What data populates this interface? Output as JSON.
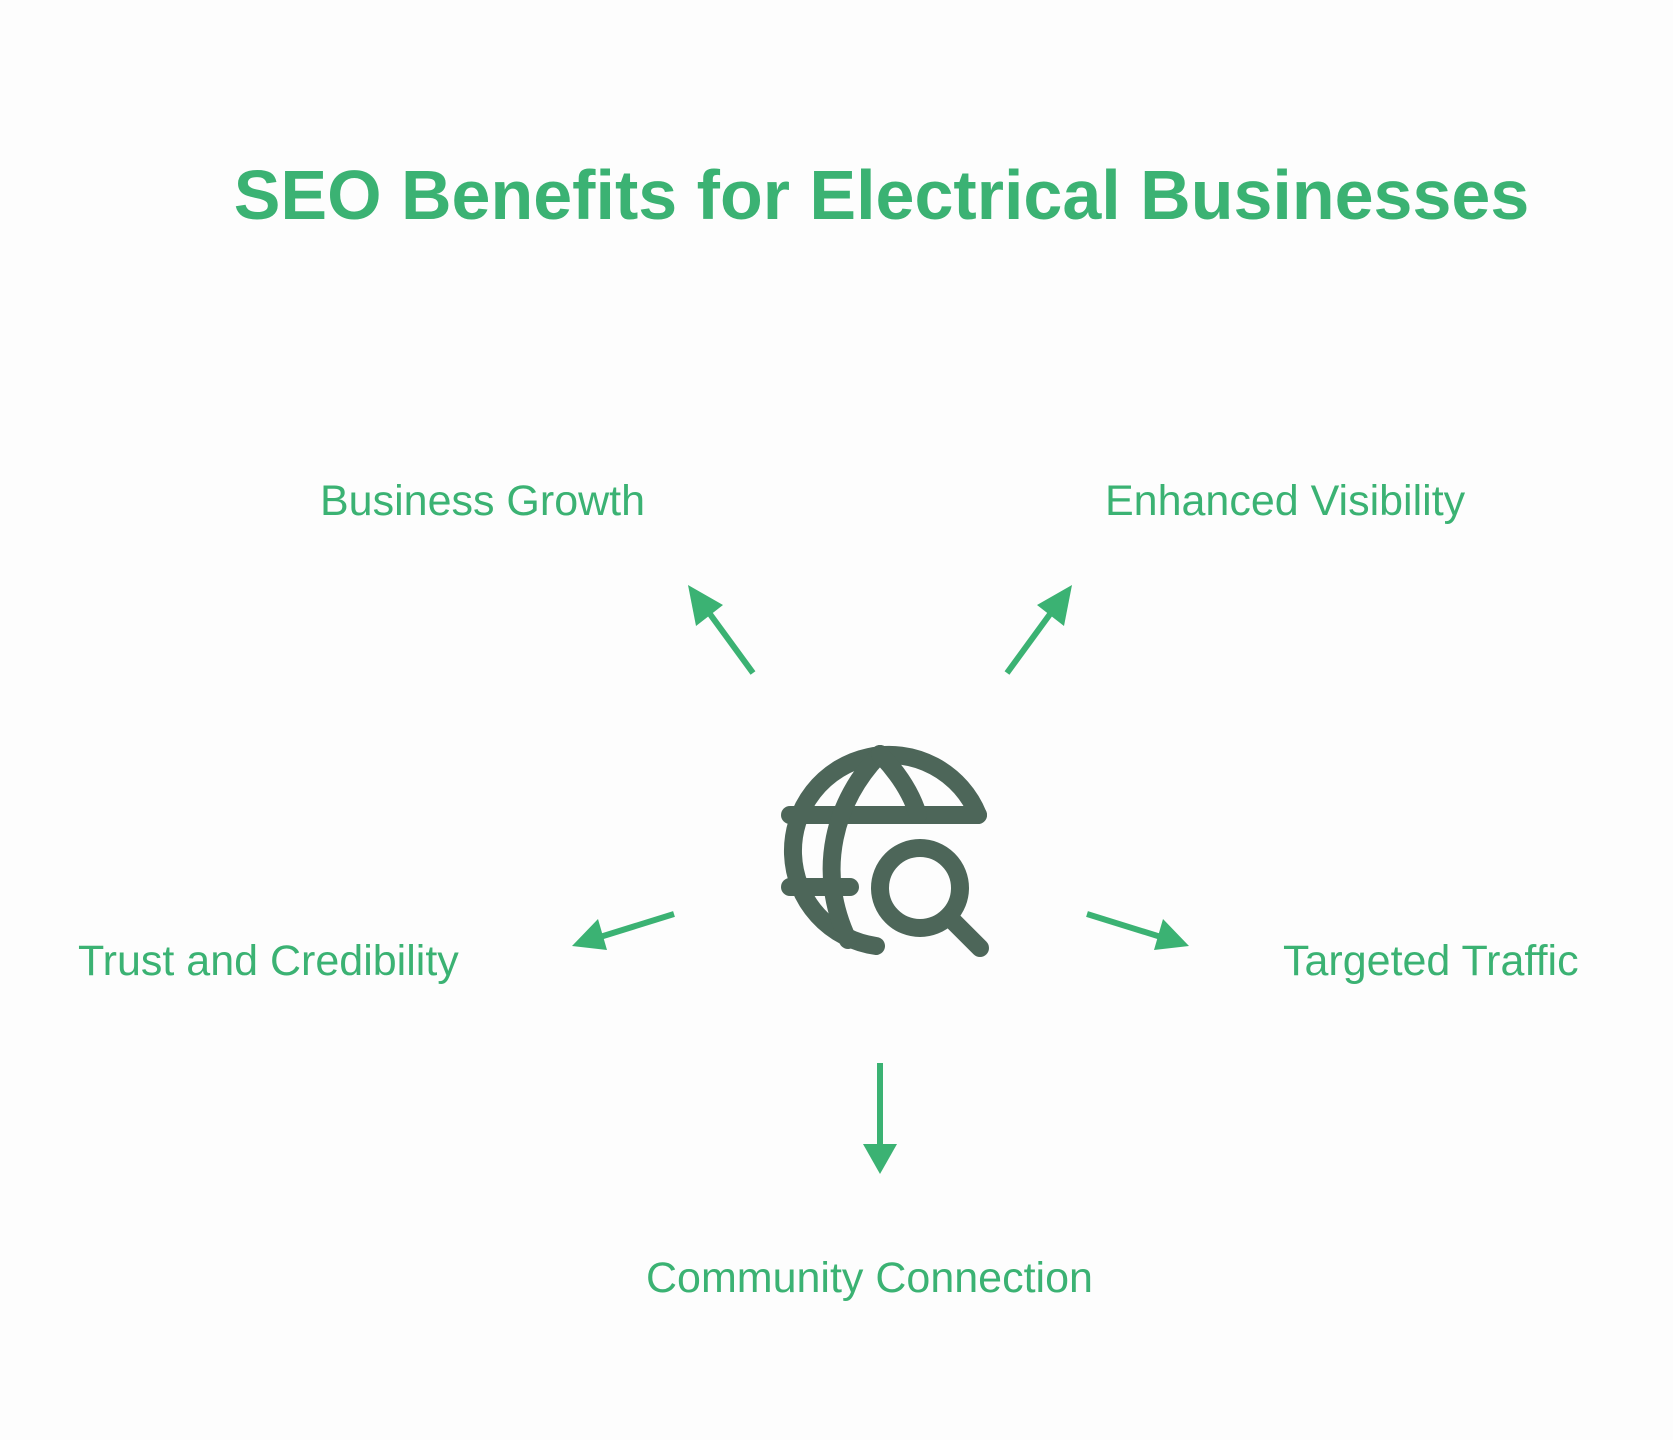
{
  "title": "SEO Benefits for Electrical Businesses",
  "center_icon": "globe-search-icon",
  "benefits": [
    {
      "label": "Business Growth"
    },
    {
      "label": "Enhanced Visibility"
    },
    {
      "label": "Trust and Credibility"
    },
    {
      "label": "Targeted Traffic"
    },
    {
      "label": "Community Connection"
    }
  ],
  "colors": {
    "accent": "#3bb273",
    "icon": "#4d6659",
    "background": "#fdfdfd"
  }
}
